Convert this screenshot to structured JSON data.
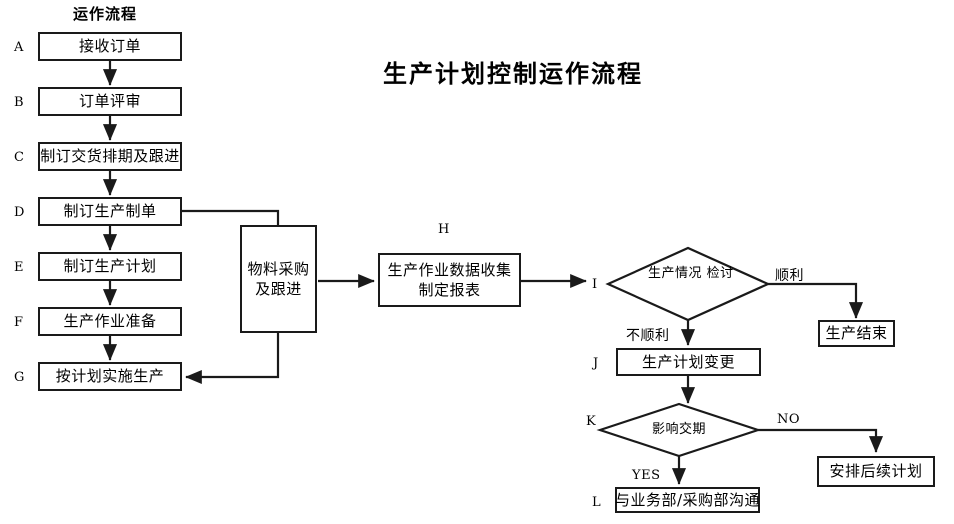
{
  "title": "生产计划控制运作流程",
  "section_header": "运作流程",
  "nodes": {
    "a": {
      "step": "A",
      "text": "接收订单"
    },
    "b": {
      "step": "B",
      "text": "订单评审"
    },
    "c": {
      "step": "C",
      "text": "制订交货排期及跟进"
    },
    "d": {
      "step": "D",
      "text": "制订生产制单"
    },
    "e": {
      "step": "E",
      "text": "制订生产计划"
    },
    "f": {
      "step": "F",
      "text": "生产作业准备"
    },
    "g": {
      "step": "G",
      "text": "按计划实施生产"
    },
    "material": {
      "line1": "物料采购",
      "line2": "及跟进"
    },
    "h": {
      "step": "H",
      "line1": "生产作业数据收集",
      "line2": "制定报表"
    },
    "i": {
      "step": "I",
      "line1": "生产情况",
      "line2": "检讨"
    },
    "j": {
      "step": "J",
      "text": "生产计划变更"
    },
    "k": {
      "step": "K",
      "text": "影响交期"
    },
    "l": {
      "step": "L",
      "text": "与业务部/采购部沟通"
    },
    "finish": {
      "text": "生产结束"
    },
    "followup": {
      "text": "安排后续计划"
    }
  },
  "edge_labels": {
    "smooth": "顺利",
    "not_smooth": "不顺利",
    "no": "NO",
    "yes": "YES"
  },
  "colors": {
    "stroke": "#1a1a1a",
    "background": "#ffffff",
    "text": "#000000"
  }
}
